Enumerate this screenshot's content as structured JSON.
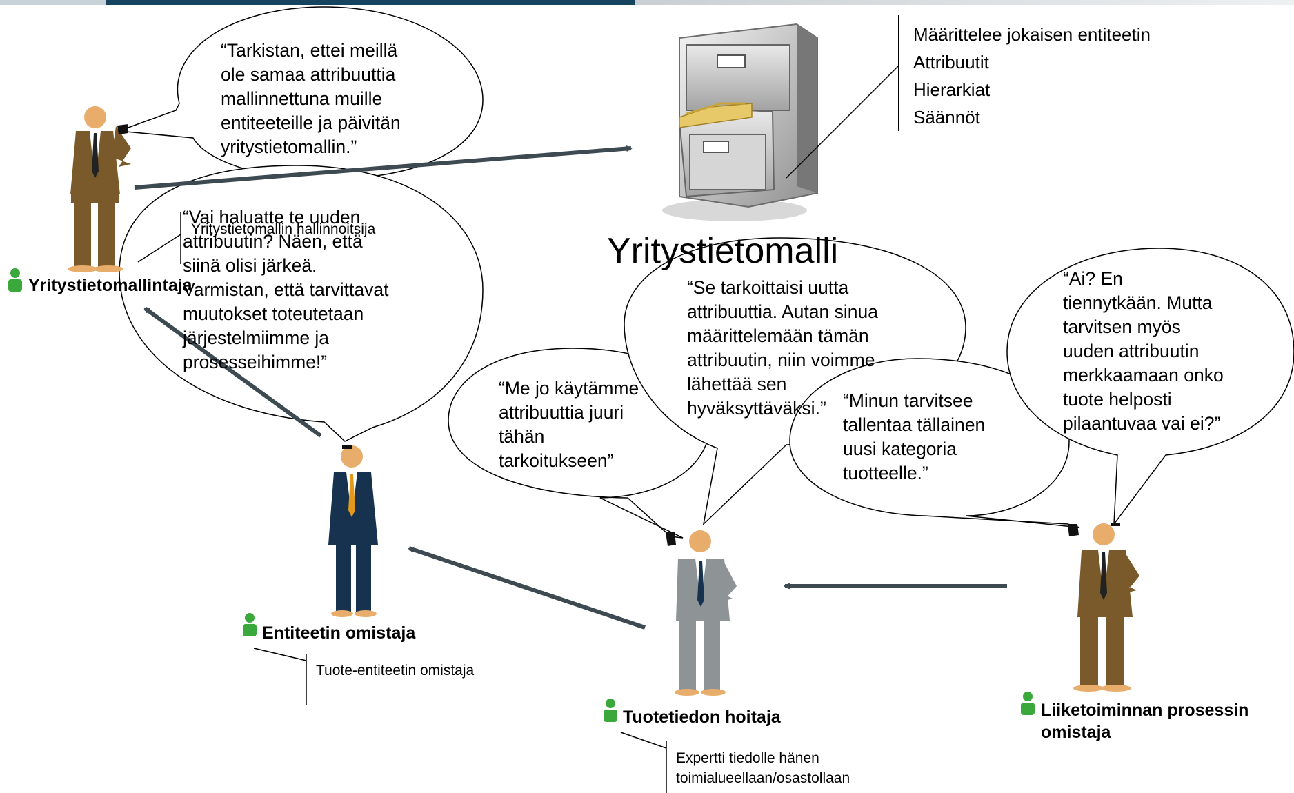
{
  "model_title": "Yritystietomalli",
  "model_notes": [
    "Määrittelee jokaisen entiteetin",
    "Attribuutit",
    "Hierarkiat",
    "Säännöt"
  ],
  "roles": {
    "modeler": "Yritystietomallintaja",
    "modeler_note": "Yritystietomallin hallinnoitsija",
    "entity_owner": "Entiteetin omistaja",
    "entity_owner_note": "Tuote-entiteetin omistaja",
    "data_steward": "Tuotetiedon hoitaja",
    "data_steward_note": "Expertti tiedolle hänen\ntoimialueellaan/osastollaan",
    "process_owner": "Liiketoiminnan prosessin\nomistaja"
  },
  "bubbles": {
    "modeler_top": "“Tarkistan, ettei meillä\nole samaa attribuuttia\nmallinnettuna muille\nentiteeteille ja päivitän\nyritystietomallin.”",
    "entity_owner": "“Vai haluatte te uuden\nattribuutin? Näen, että\nsiinä olisi järkeä.\nVarmistan, että tarvittavat\nmuutokset toteutetaan\njärjestelmiimme ja\nprosesseihimme!”",
    "steward_left": "“Me jo käytämme\nattribuuttia juuri\ntähän\ntarkoitukseen”",
    "steward_mid": "“Se tarkoittaisi uutta\nattribuuttia. Autan sinua\nmäärittelemään tämän\nattribuutin, niin voimme\nlähettää sen\nhyväksyttäväksi.”",
    "steward_right": "“Minun tarvitsee\ntallentaa tällainen\nuusi kategoria\ntuotteelle.”",
    "process_owner": "“Ai? En\ntiennytkään. Mutta\ntarvitsen myös\nuuden attribuutin\nmerkkaamaan onko\ntuote helposti\npilaantuvaa vai ei?”"
  },
  "colors": {
    "arrow": "#3d4a52",
    "brown_suit": "#7a5a2a",
    "navy_suit": "#16324f",
    "grey_suit": "#8e9396",
    "skin": "#e8ad6a",
    "user_icon": "#3aa83a"
  }
}
